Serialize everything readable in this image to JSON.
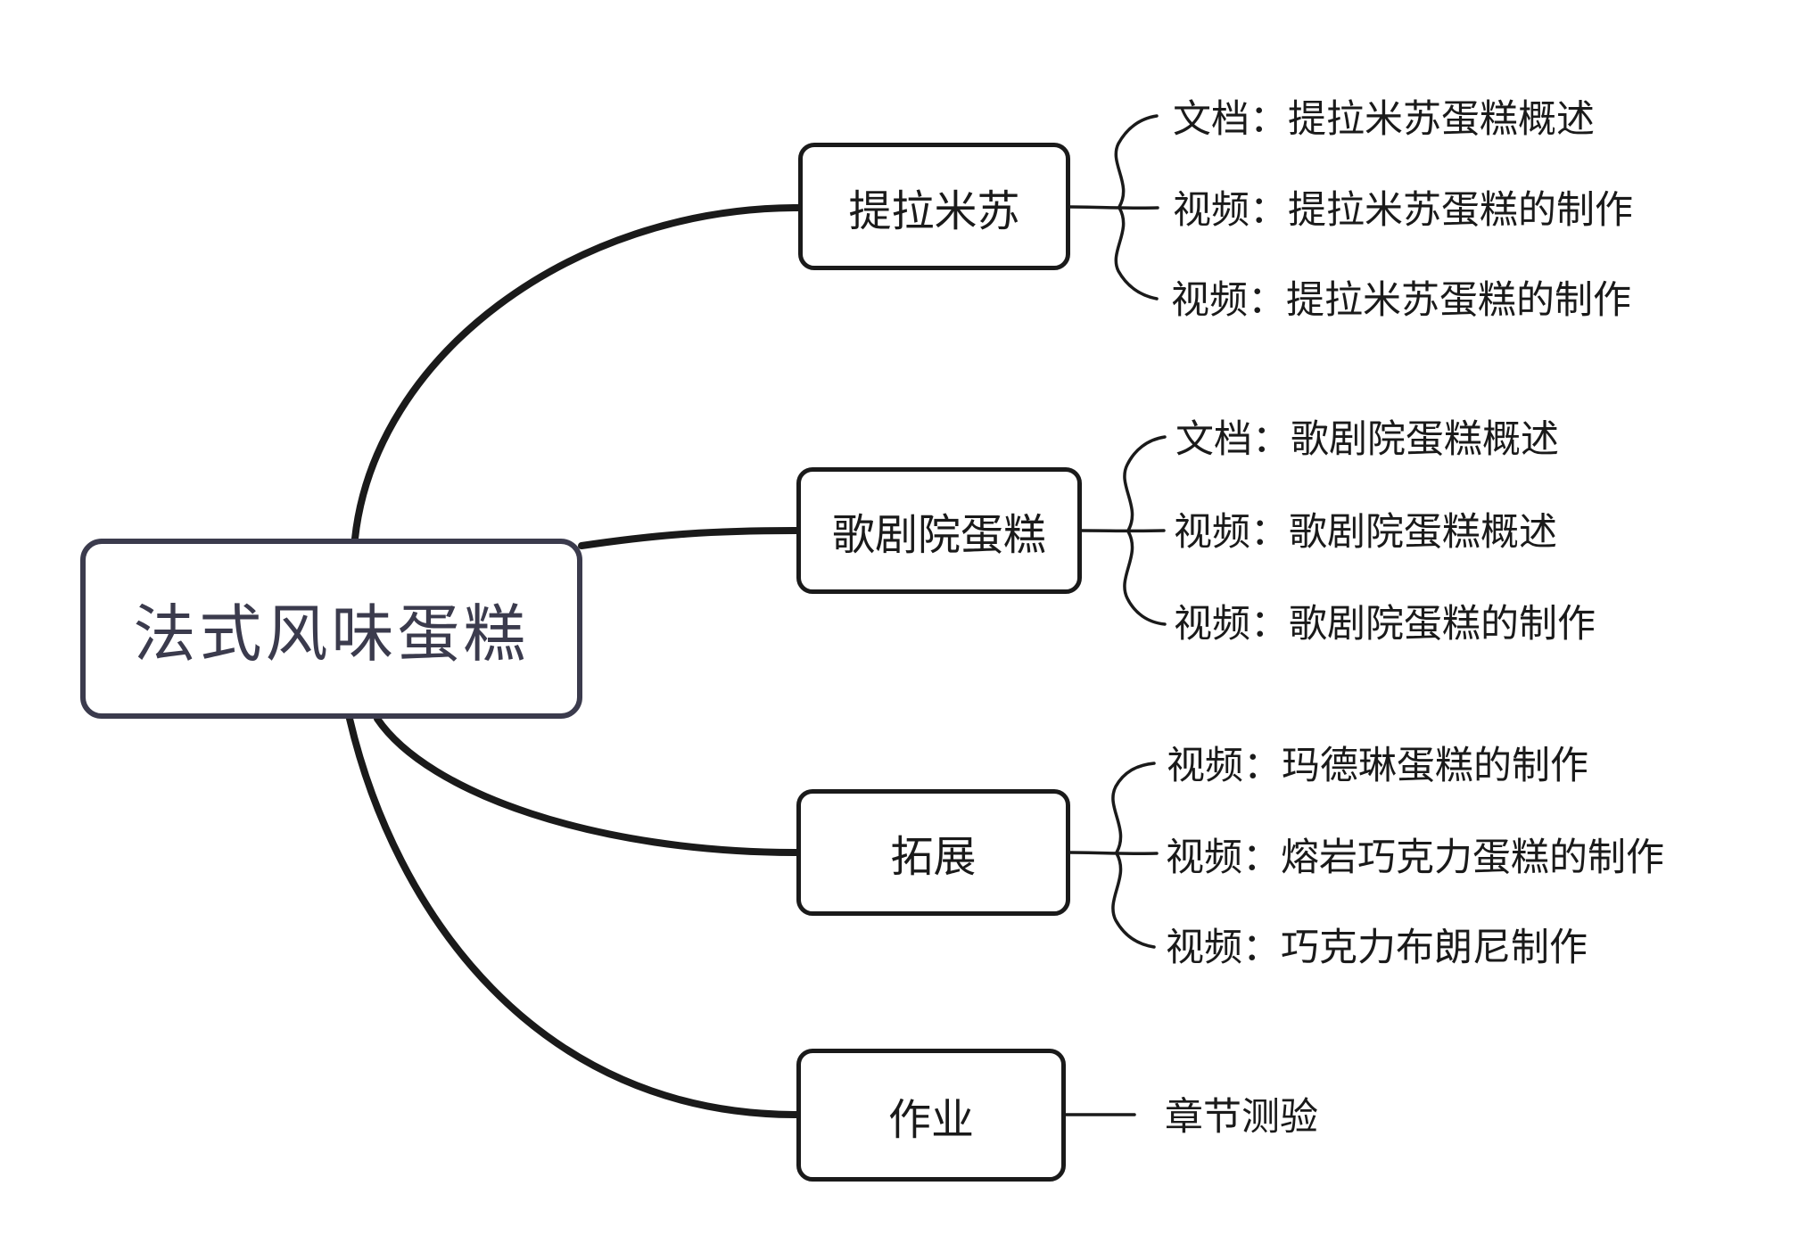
{
  "diagram": {
    "type": "mindmap",
    "root": {
      "label": "法式风味蛋糕"
    },
    "branches": [
      {
        "label": "提拉米苏",
        "children": [
          "文档：提拉米苏蛋糕概述",
          "视频：提拉米苏蛋糕的制作",
          "视频：提拉米苏蛋糕的制作"
        ]
      },
      {
        "label": "歌剧院蛋糕",
        "children": [
          "文档：歌剧院蛋糕概述",
          "视频：歌剧院蛋糕概述",
          "视频：歌剧院蛋糕的制作"
        ]
      },
      {
        "label": "拓展",
        "children": [
          "视频：玛德琳蛋糕的制作",
          "视频：熔岩巧克力蛋糕的制作",
          "视频：巧克力布朗尼制作"
        ]
      },
      {
        "label": "作业",
        "children": [
          "章节测验"
        ]
      }
    ],
    "colors": {
      "root_accent": "#3b3b4d",
      "line": "#1a1a1a",
      "background": "#ffffff"
    }
  }
}
